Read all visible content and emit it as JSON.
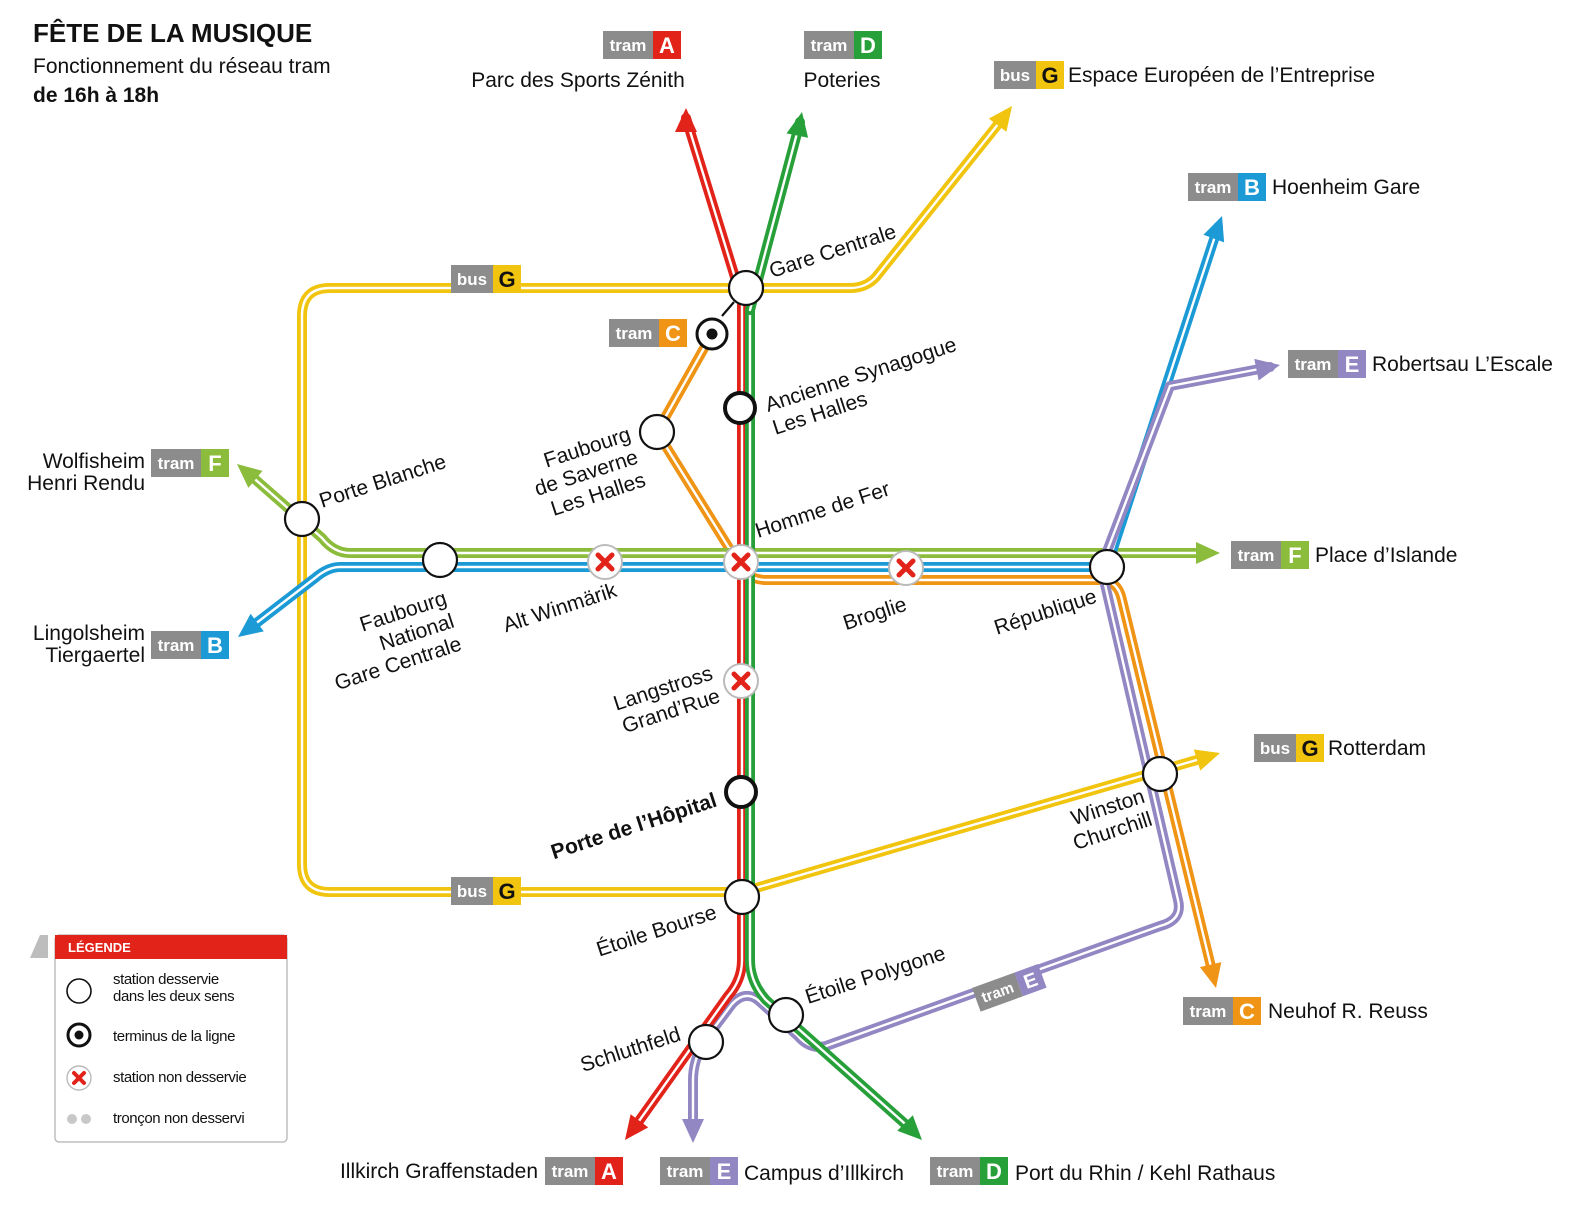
{
  "header": {
    "title": "FÊTE DE LA MUSIQUE",
    "subtitle": "Fonctionnement du réseau tram",
    "time": "de 16h à 18h"
  },
  "colors": {
    "A": "#e2231a",
    "B": "#1b9ad6",
    "C": "#ef9415",
    "D": "#27a03a",
    "E": "#9287c2",
    "F": "#8cbc3b",
    "G": "#f1c40f",
    "badge_gray": "#8c8c8c",
    "legend_red": "#e2231a"
  },
  "lines": [
    {
      "id": "A",
      "mode": "tram"
    },
    {
      "id": "B",
      "mode": "tram"
    },
    {
      "id": "C",
      "mode": "tram"
    },
    {
      "id": "D",
      "mode": "tram"
    },
    {
      "id": "E",
      "mode": "tram"
    },
    {
      "id": "F",
      "mode": "tram"
    },
    {
      "id": "G",
      "mode": "bus"
    }
  ],
  "termini": [
    {
      "line": "A",
      "mode": "tram",
      "name": "Parc des Sports Zénith"
    },
    {
      "line": "D",
      "mode": "tram",
      "name": "Poteries"
    },
    {
      "line": "G",
      "mode": "bus",
      "name": "Espace Européen de l’Entreprise"
    },
    {
      "line": "B",
      "mode": "tram",
      "name": "Hoenheim Gare"
    },
    {
      "line": "E",
      "mode": "tram",
      "name": "Robertsau L’Escale"
    },
    {
      "line": "F",
      "mode": "tram",
      "name": "Place d’Islande"
    },
    {
      "line": "G",
      "mode": "bus",
      "name": "Rotterdam"
    },
    {
      "line": "C",
      "mode": "tram",
      "name": "Neuhof R. Reuss"
    },
    {
      "line": "D",
      "mode": "tram",
      "name": "Port du Rhin / Kehl Rathaus"
    },
    {
      "line": "E",
      "mode": "tram",
      "name": "Campus d’Illkirch"
    },
    {
      "line": "A",
      "mode": "tram",
      "name": "Illkirch Graffenstaden"
    },
    {
      "line": "F",
      "mode": "tram",
      "name_lines": [
        "Wolfisheim",
        "Henri Rendu"
      ]
    },
    {
      "line": "B",
      "mode": "tram",
      "name_lines": [
        "Lingolsheim",
        "Tiergaertel"
      ]
    },
    {
      "line": "C",
      "mode": "tram",
      "name": ""
    }
  ],
  "stations": [
    {
      "name_lines": [
        "Gare Centrale"
      ],
      "status": "served"
    },
    {
      "name_lines": [
        "Ancienne Synagogue",
        "Les Halles"
      ],
      "status": "terminus"
    },
    {
      "name_lines": [
        "Faubourg",
        "de Saverne",
        "Les Halles"
      ],
      "status": "served"
    },
    {
      "name_lines": [
        "Porte Blanche"
      ],
      "status": "served"
    },
    {
      "name_lines": [
        "Faubourg",
        "National",
        "Gare Centrale"
      ],
      "status": "served"
    },
    {
      "name_lines": [
        "Alt Winmärik"
      ],
      "status": "not_served"
    },
    {
      "name_lines": [
        "Homme de Fer"
      ],
      "status": "not_served"
    },
    {
      "name_lines": [
        "Broglie"
      ],
      "status": "not_served"
    },
    {
      "name_lines": [
        "République"
      ],
      "status": "served"
    },
    {
      "name_lines": [
        "Langstross",
        "Grand’Rue"
      ],
      "status": "not_served"
    },
    {
      "name_lines": [
        "Porte de l’Hôpital"
      ],
      "status": "terminus"
    },
    {
      "name_lines": [
        "Winston",
        "Churchill"
      ],
      "status": "served"
    },
    {
      "name_lines": [
        "Étoile Bourse"
      ],
      "status": "served"
    },
    {
      "name_lines": [
        "Étoile Polygone"
      ],
      "status": "served"
    },
    {
      "name_lines": [
        "Schluthfeld"
      ],
      "status": "served"
    }
  ],
  "line_badges": [
    {
      "line": "G",
      "mode": "bus"
    },
    {
      "line": "G",
      "mode": "bus"
    },
    {
      "line": "E",
      "mode": "tram"
    }
  ],
  "legend": {
    "title": "LÉGENDE",
    "items": [
      {
        "icon": "open-circle-icon",
        "text_lines": [
          "station desservie",
          "dans les deux sens"
        ]
      },
      {
        "icon": "terminus-circle-icon",
        "text_lines": [
          "terminus de la ligne"
        ]
      },
      {
        "icon": "red-cross-icon",
        "text_lines": [
          "station non desservie"
        ]
      },
      {
        "icon": "gray-dots-icon",
        "text_lines": [
          "tronçon non desservi"
        ]
      }
    ]
  }
}
